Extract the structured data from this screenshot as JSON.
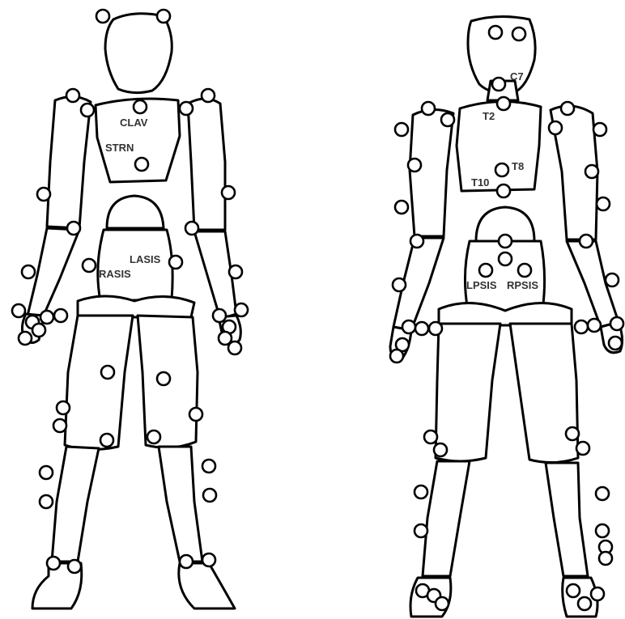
{
  "labels": {
    "front": {
      "clav": "CLAV",
      "strn": "STRN",
      "lasis": "LASIS",
      "rasis": "RASIS"
    },
    "back": {
      "c7": "C7",
      "t2": "T2",
      "t8": "T8",
      "t10": "T10",
      "lpsis": "LPSIS",
      "rpsis": "RPSIS"
    }
  },
  "colors": {
    "outline": "#000000",
    "fill": "#ffffff",
    "label": "#333333"
  }
}
